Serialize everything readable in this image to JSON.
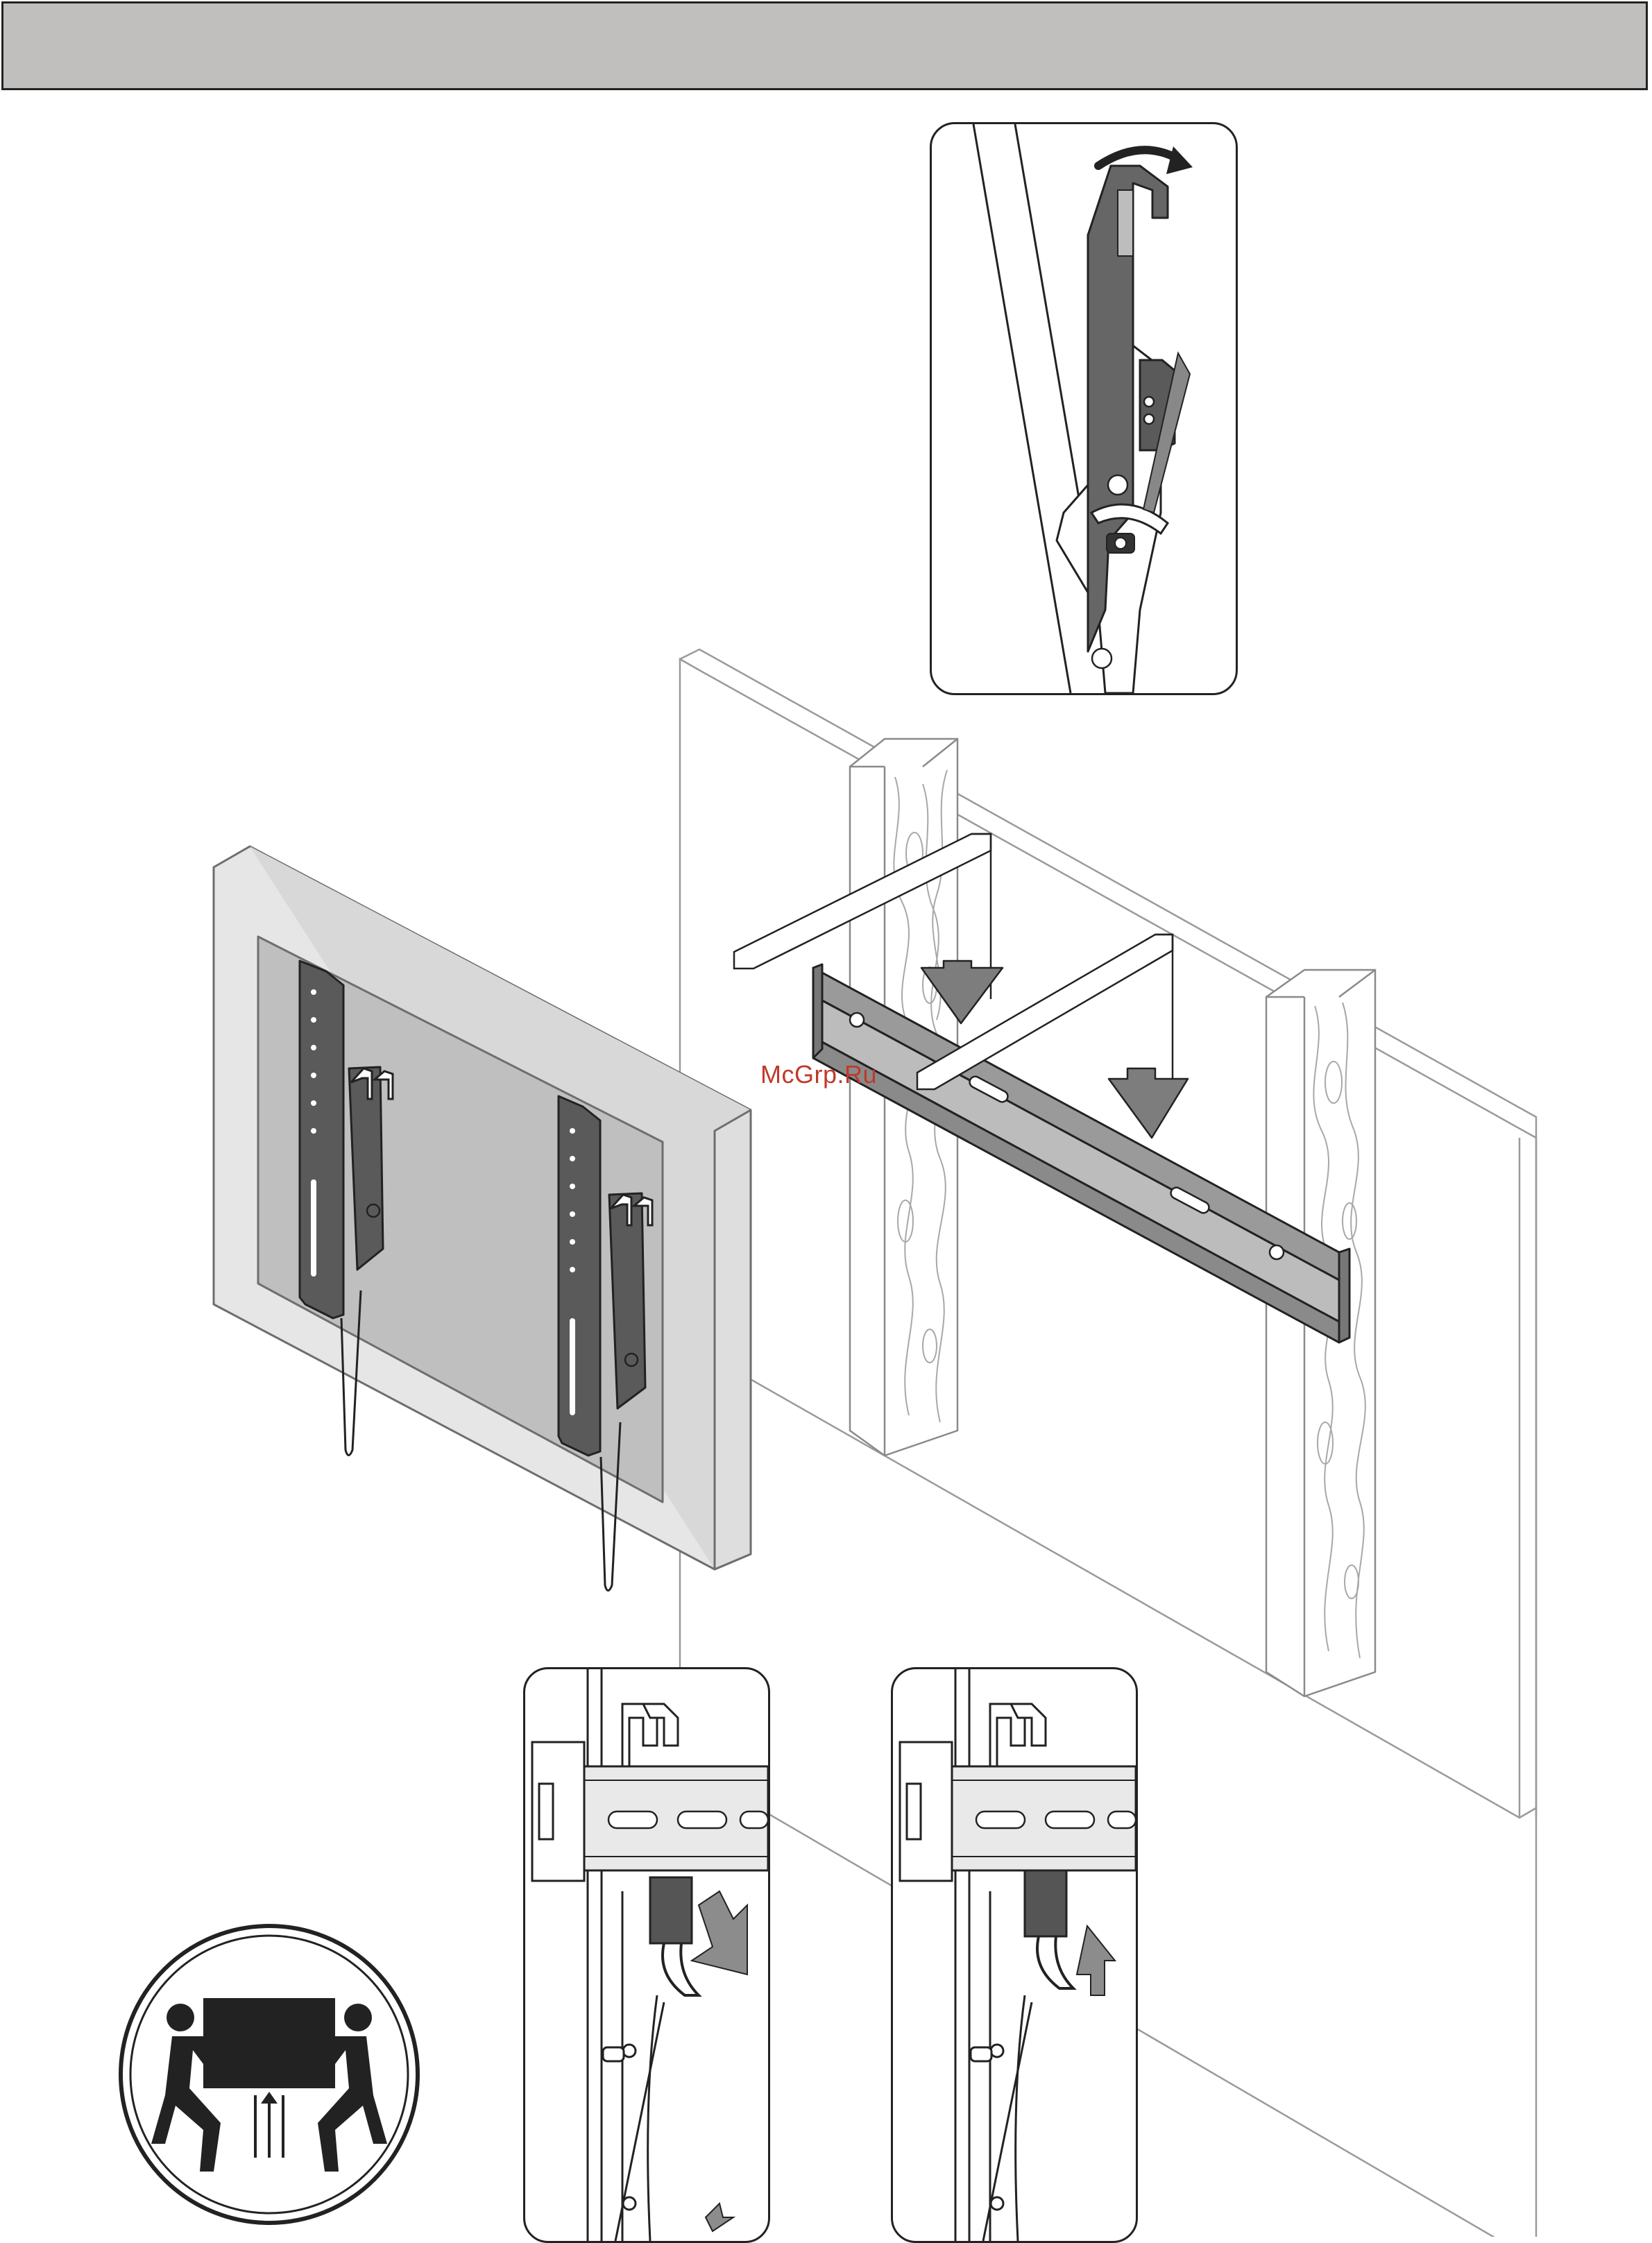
{
  "watermark": {
    "text": "McGrp.Ru"
  },
  "colors": {
    "header_bg": "#c0bfbd",
    "bracket_dark": "#595959",
    "bracket_mid": "#8c8c8c",
    "tv_frame": "#e4e4e4",
    "tv_screen": "#bdbdbd",
    "line": "#222222",
    "watermark": "#c0392b"
  },
  "icons": {
    "header": "header-bar",
    "detail_top": "hook-lock-rotate-detail",
    "detail_bottom_left": "latch-pull-down-detail",
    "detail_bottom_right": "latch-push-up-detail",
    "main": "tv-mount-to-wall-rail",
    "badge": "two-person-lift-icon"
  }
}
